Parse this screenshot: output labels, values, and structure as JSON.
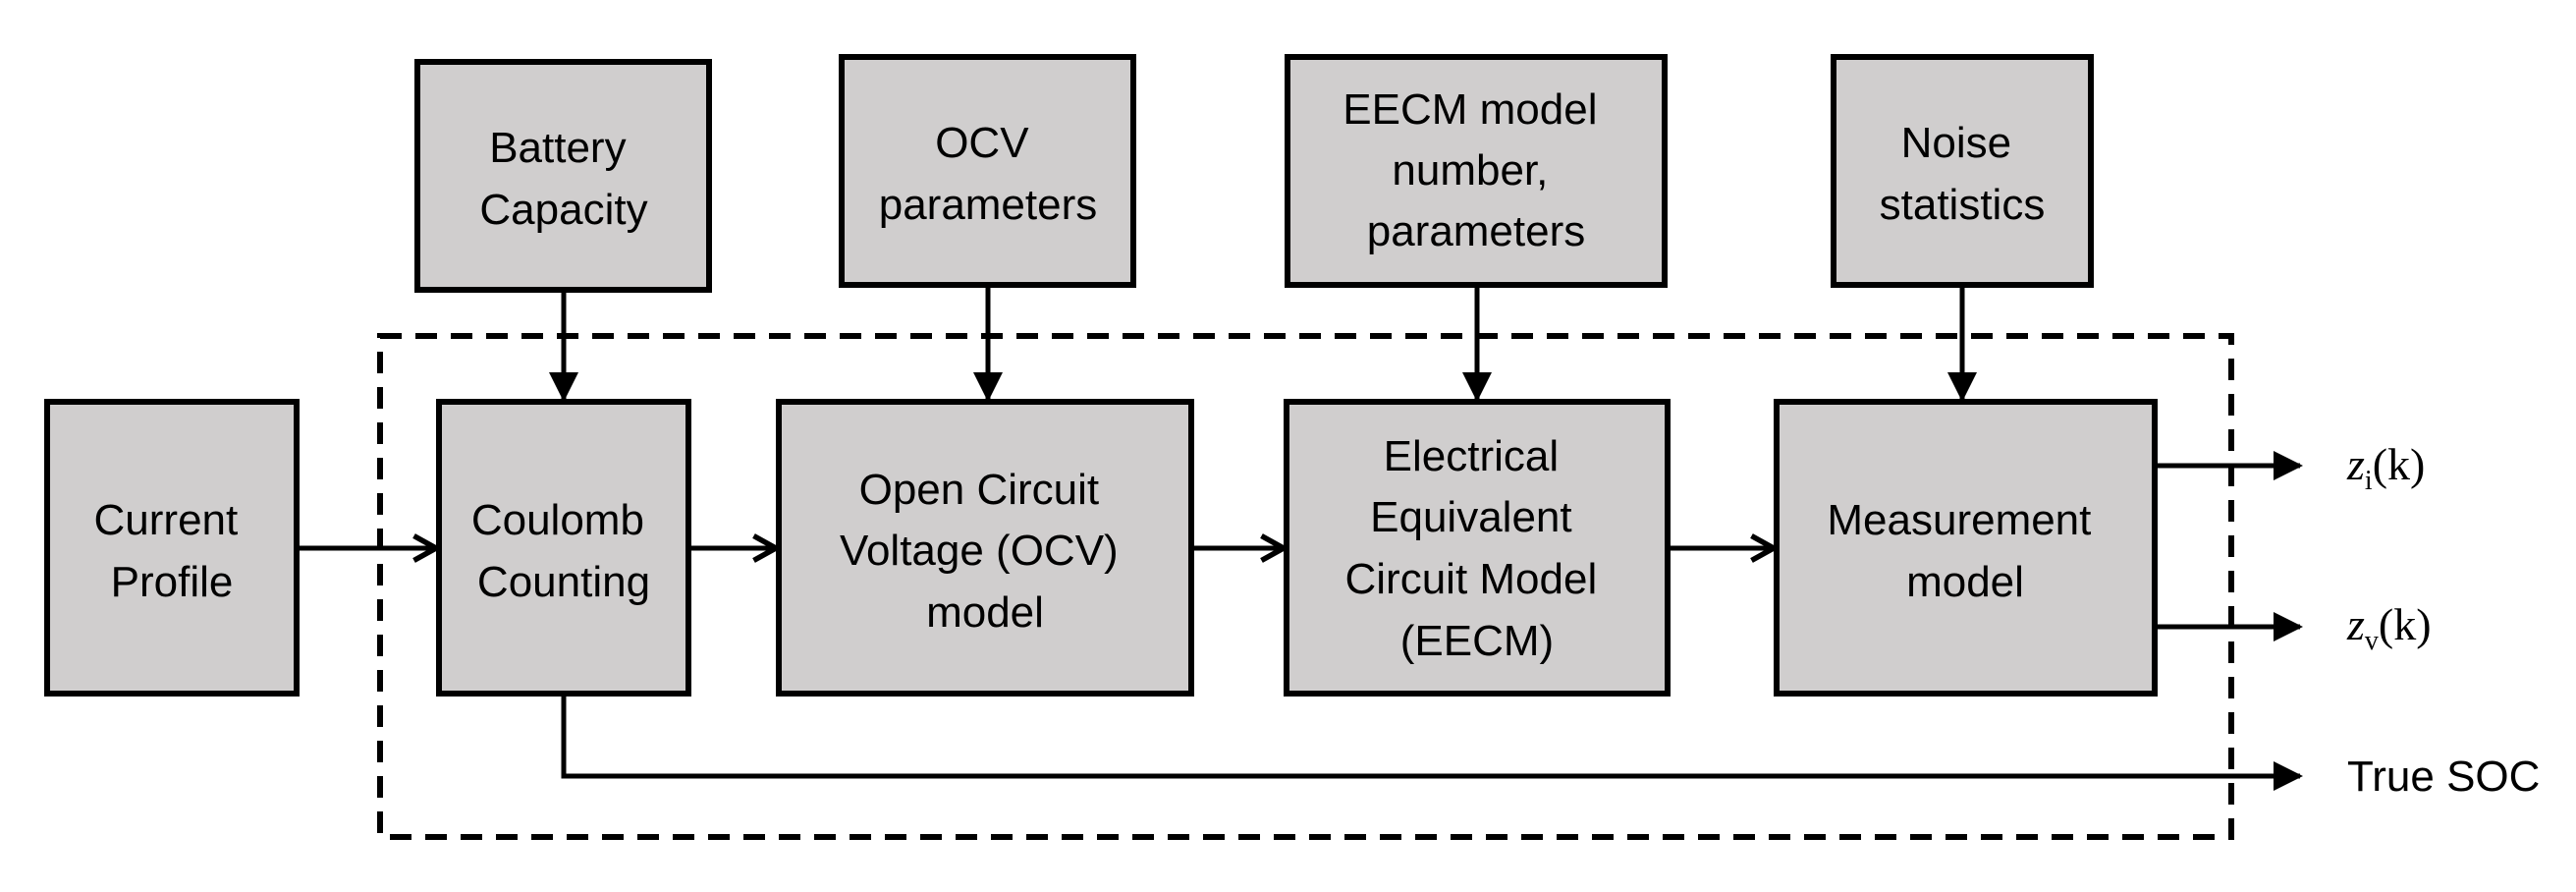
{
  "blocks": {
    "battery_capacity": [
      "Battery",
      "Capacity"
    ],
    "ocv_parameters": [
      "OCV",
      "parameters"
    ],
    "eecm_parameters": [
      "EECM model",
      "number,",
      "parameters"
    ],
    "noise_statistics": [
      "Noise",
      "statistics"
    ],
    "current_profile": [
      "Current",
      "Profile"
    ],
    "coulomb_counting": [
      "Coulomb",
      "Counting"
    ],
    "ocv_model": [
      "Open Circuit",
      "Voltage (OCV)",
      "model"
    ],
    "eecm_model": [
      "Electrical",
      "Equivalent",
      "Circuit Model",
      "(EECM)"
    ],
    "measurement_model": [
      "Measurement",
      "model"
    ]
  },
  "outputs": {
    "z_i": {
      "symbol": "z",
      "subscript": "i",
      "argument": "(k)"
    },
    "z_v": {
      "symbol": "z",
      "subscript": "v",
      "argument": "(k)"
    },
    "true_soc": "True SOC"
  },
  "colors": {
    "block_fill": "#d0cece",
    "stroke": "#000000"
  }
}
